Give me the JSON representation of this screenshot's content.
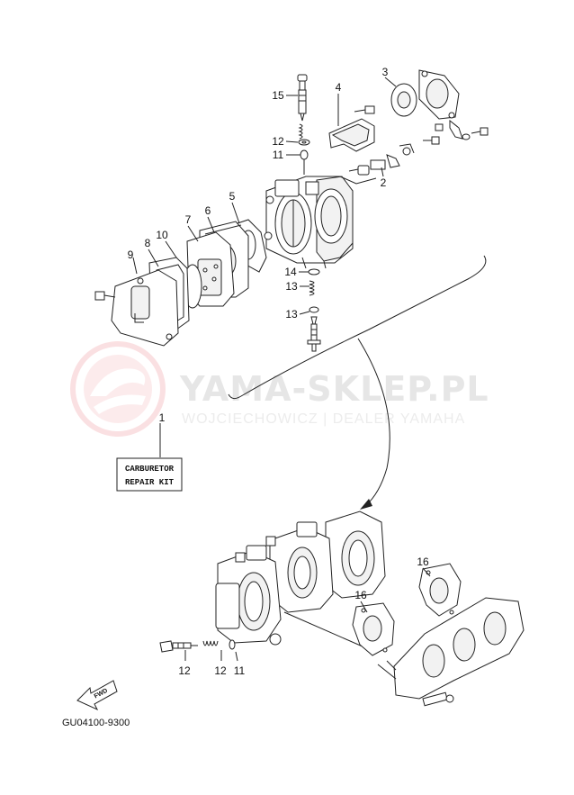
{
  "watermark": {
    "title": "YAMA-SKLEP.PL",
    "subtitle": "WOJCIECHOWICZ | DEALER YAMAHA"
  },
  "repair_kit": {
    "line1": "CARBURETOR",
    "line2": "REPAIR KIT"
  },
  "part_labels": [
    "1",
    "2",
    "3",
    "4",
    "5",
    "6",
    "7",
    "8",
    "9",
    "10",
    "11",
    "11",
    "12",
    "12",
    "12",
    "13",
    "13",
    "14",
    "15",
    "16",
    "16"
  ],
  "fwd_label": "FWD",
  "diagram_code": "GU04100-9300"
}
